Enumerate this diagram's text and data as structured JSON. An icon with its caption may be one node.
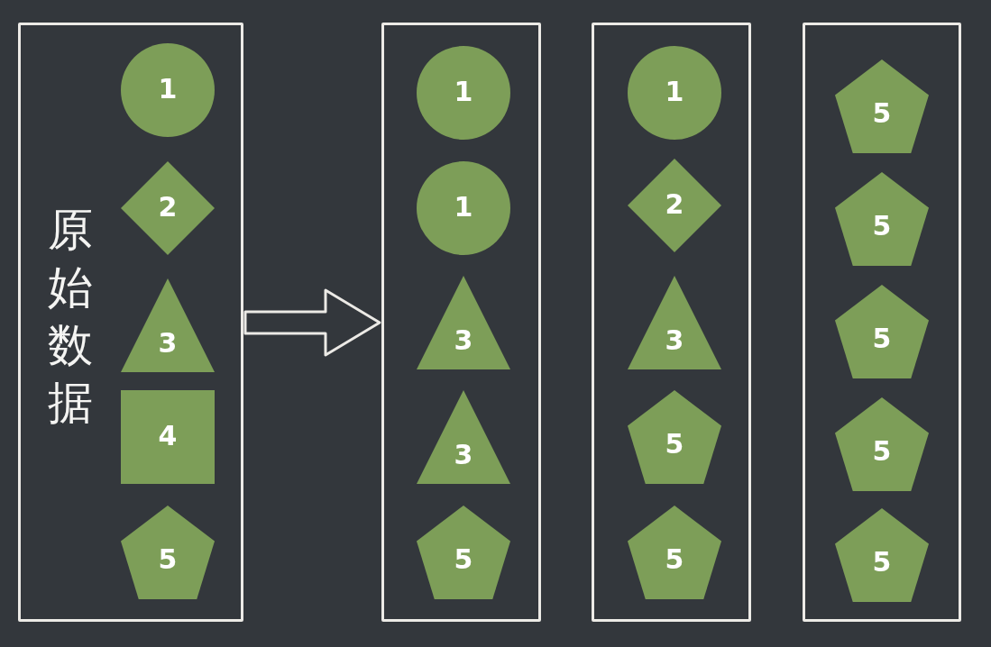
{
  "diagram": {
    "nodes": [
      {
        "text": [
          "原始数据"
        ]
      },
      {
        "text": [
          "1"
        ],
        "in": 0
      },
      {
        "text": [
          "2"
        ],
        "in": 0
      },
      {
        "text": [
          "3"
        ],
        "in": 0
      },
      {
        "text": [
          "4"
        ],
        "in": 0
      },
      {
        "text": [
          "5"
        ],
        "in": 0
      },
      {
        "text": [],
        "shape": "box"
      },
      {
        "text": [
          "1"
        ],
        "in": 6
      },
      {
        "text": [
          "1"
        ],
        "in": 6
      },
      {
        "text": [
          "3"
        ],
        "in": 6
      },
      {
        "text": [
          "3"
        ],
        "in": 6
      },
      {
        "text": [
          "5"
        ],
        "in": 6
      },
      {
        "text": [],
        "shape": "box"
      },
      {
        "text": [
          "1"
        ],
        "in": 12
      },
      {
        "text": [
          "2"
        ],
        "in": 12
      },
      {
        "text": [
          "3"
        ],
        "in": 12
      },
      {
        "text": [
          "5"
        ],
        "in": 12
      },
      {
        "text": [
          "5"
        ],
        "in": 12
      },
      {
        "text": [],
        "shape": "box"
      },
      {
        "text": [
          "5"
        ],
        "in": 18
      },
      {
        "text": [
          "5"
        ],
        "in": 18
      },
      {
        "text": [
          "5"
        ],
        "in": 18
      },
      {
        "text": [
          "5"
        ],
        "in": 18
      },
      {
        "text": [
          "5"
        ],
        "in": 18
      }
    ],
    "edges": [
      {
        "from": 0,
        "to": 6,
        "arrow": "to"
      }
    ]
  }
}
